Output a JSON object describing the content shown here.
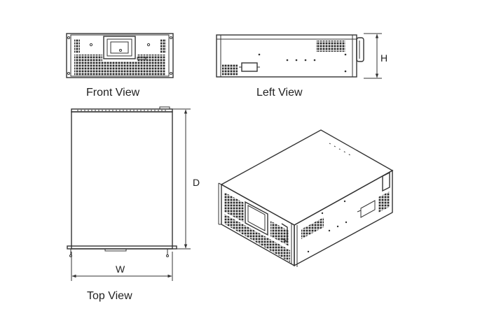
{
  "labels": {
    "front_view": "Front View",
    "left_view": "Left View",
    "top_view": "Top View"
  },
  "dimensions": {
    "height": "H",
    "depth": "D",
    "width": "W"
  },
  "colors": {
    "line": "#333333",
    "vent": "#2a2a2a",
    "background": "#ffffff"
  }
}
